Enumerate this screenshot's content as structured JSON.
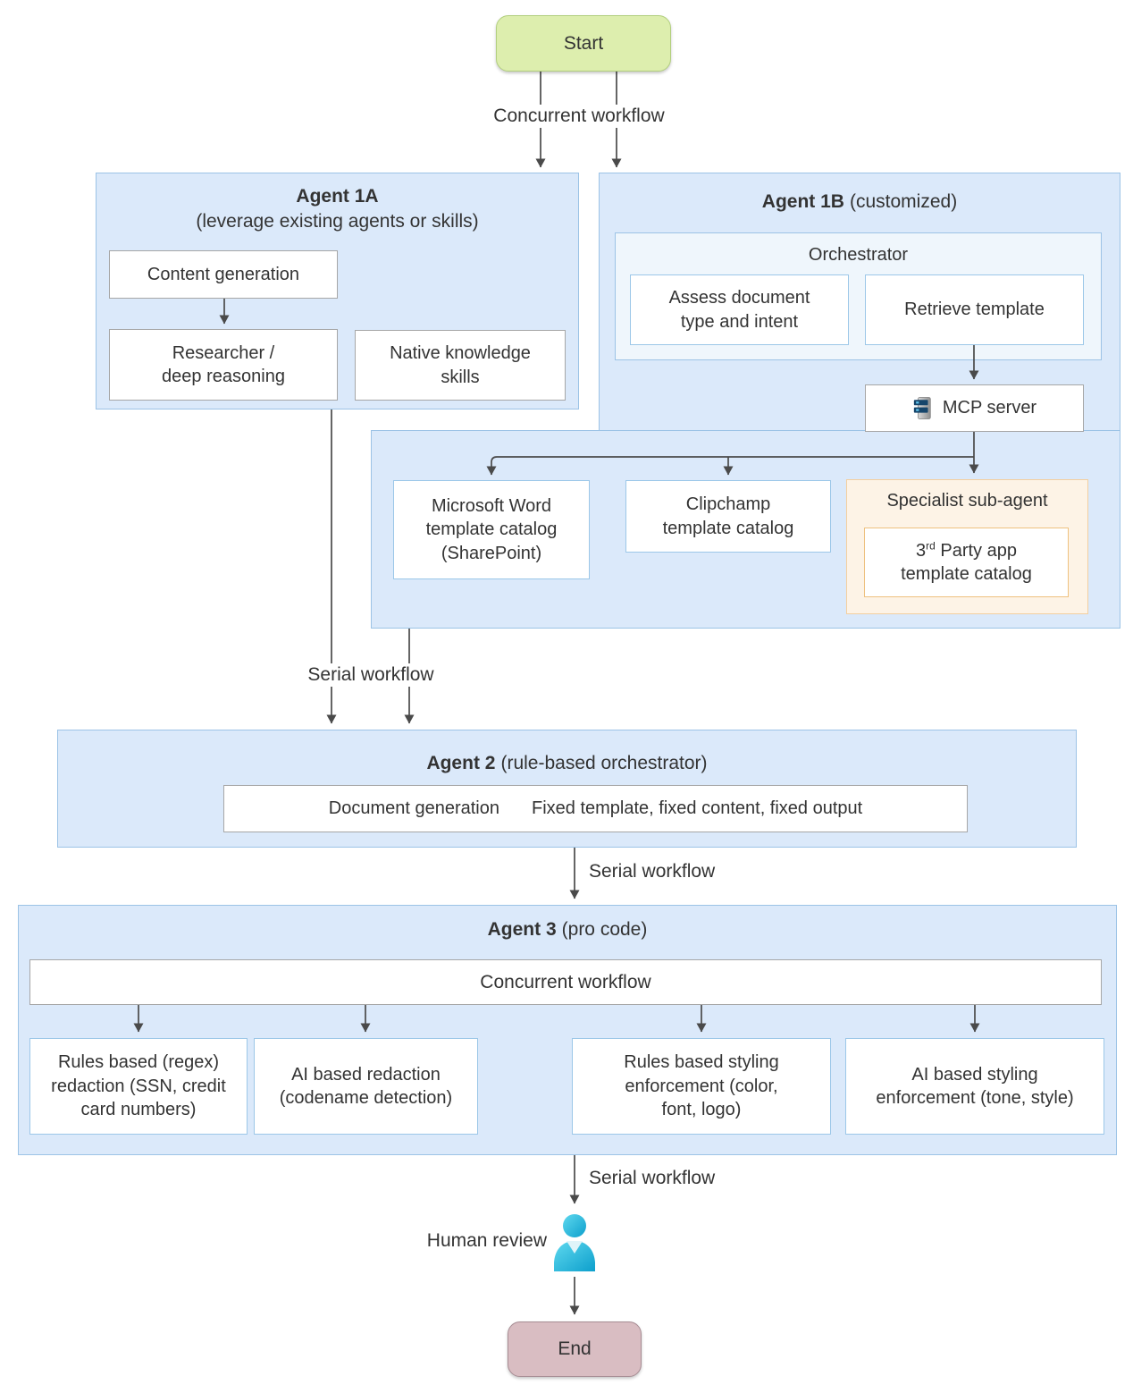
{
  "nodes": {
    "start": "Start",
    "end": "End",
    "human_review": "Human review"
  },
  "edge_labels": {
    "concurrent_top": "Concurrent workflow",
    "serial_after_agents1": "Serial workflow",
    "serial_after_agent2": "Serial workflow",
    "serial_after_agent3": "Serial workflow"
  },
  "agent1a": {
    "title": "Agent 1A",
    "subtitle": "(leverage existing agents or skills)",
    "content_generation": "Content generation",
    "researcher": "Researcher /\ndeep reasoning",
    "native_knowledge": "Native knowledge\nskills"
  },
  "agent1b": {
    "title": "Agent 1B",
    "subtitle": "(customized)",
    "orchestrator": {
      "title": "Orchestrator",
      "assess": "Assess document\ntype and intent",
      "retrieve": "Retrieve template"
    },
    "mcp_server": "MCP server",
    "word_catalog": "Microsoft Word\ntemplate catalog\n(SharePoint)",
    "clipchamp_catalog": "Clipchamp\ntemplate catalog",
    "specialist": {
      "title": "Specialist sub-agent",
      "third_party": {
        "pre": "3",
        "sup": "rd",
        "post": " Party app\ntemplate catalog"
      }
    }
  },
  "agent2": {
    "title": "Agent 2",
    "subtitle": "(rule-based orchestrator)",
    "doc_generation": "Document generation",
    "fixed": "Fixed template, fixed content, fixed output"
  },
  "agent3": {
    "title": "Agent 3",
    "subtitle": "(pro code)",
    "concurrent_bar": "Concurrent workflow",
    "boxes": [
      {
        "label": "Rules based (regex)\nredaction (SSN, credit\ncard numbers)"
      },
      {
        "label": "AI based redaction\n(codename detection)"
      },
      {
        "label": "Rules based styling\nenforcement (color,\nfont, logo)"
      },
      {
        "label": "AI based styling\nenforcement (tone, style)"
      }
    ]
  },
  "icons": {
    "mcp": "server-stack-icon",
    "human": "person-icon"
  },
  "colors": {
    "start_fill": "#ddeeae",
    "start_border": "#b2cf7e",
    "end_fill": "#d9bdc2",
    "end_border": "#a78c93",
    "container_fill": "#dbe9fa",
    "container_border": "#9cc3e6",
    "subcontainer_fill": "#eff6fc",
    "white_box_border_gray": "#a6a6a6",
    "white_box_border_blue": "#9cc7e8",
    "specialist_fill": "#fdf3e6",
    "specialist_border": "#f3cfa0",
    "third_party_border": "#eec17f",
    "line_color": "#4a4a4a",
    "person_color": "#1fb6dc",
    "text_color": "#333333"
  }
}
